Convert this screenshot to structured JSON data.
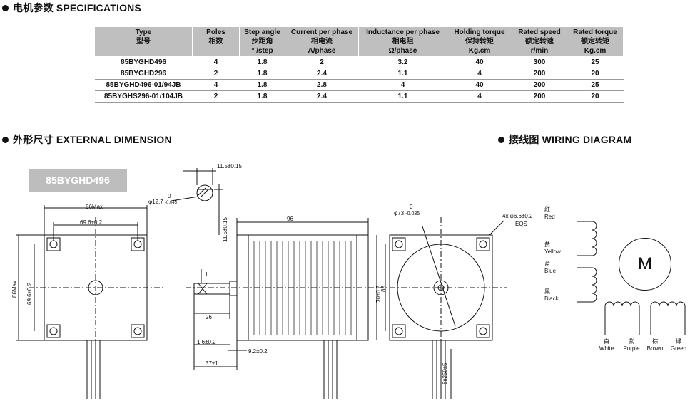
{
  "sections": {
    "specifications": {
      "cn": "电机参数",
      "en": "SPECIFICATIONS"
    },
    "external": {
      "cn": "外形尺寸",
      "en": "EXTERNAL DIMENSION"
    },
    "wiring": {
      "cn": "接线图",
      "en": "WIRING DIAGRAM"
    }
  },
  "spec_table": {
    "headers": [
      {
        "en": "Type",
        "cn": "型号",
        "unit": ""
      },
      {
        "en": "Poles",
        "cn": "相数",
        "unit": ""
      },
      {
        "en": "Step angle",
        "cn": "步距角",
        "unit": "° /step"
      },
      {
        "en": "Current per phase",
        "cn": "相电流",
        "unit": "A/phase"
      },
      {
        "en": "Inductance per phase",
        "cn": "相电阻",
        "unit": "Ω/phase"
      },
      {
        "en": "Holding torque",
        "cn": "保持转矩",
        "unit": "Kg.cm"
      },
      {
        "en": "Rated speed",
        "cn": "额定转速",
        "unit": "r/min"
      },
      {
        "en": "Rated torque",
        "cn": "额定转矩",
        "unit": "Kg.cm"
      }
    ],
    "rows": [
      [
        "85BYGHD496",
        "4",
        "1.8",
        "2",
        "3.2",
        "40",
        "300",
        "25"
      ],
      [
        "85BYGHD296",
        "2",
        "1.8",
        "2.4",
        "1.1",
        "4",
        "200",
        "20"
      ],
      [
        "85BYGHD496-01/94JB",
        "4",
        "1.8",
        "2.8",
        "4",
        "40",
        "200",
        "25"
      ],
      [
        "85BYGHS296-01/104JB",
        "2",
        "1.8",
        "2.4",
        "1.1",
        "4",
        "200",
        "20"
      ]
    ]
  },
  "model_label": "85BYGHD496",
  "dimensions": {
    "key_width": "11.5±0.15",
    "key_height": "11.5±0.15",
    "shaft_dia": "φ12.7",
    "shaft_tol_upper": "0",
    "shaft_tol_lower": "-0.045",
    "flange_max": "86Max",
    "hole_spacing": "69.6±0.2",
    "flange_max_v": "86Max",
    "hole_spacing_v": "69.6±0.2",
    "body_length": "96",
    "body_height": "86",
    "shaft_len": "26",
    "boss_len": "1.6±0.2",
    "shaft_total": "37±1",
    "flat_len": "9.2±0.2",
    "flat_mark": "1",
    "pilot_dia": "φ73",
    "pilot_tol_upper": "0",
    "pilot_tol_lower": "-0.035",
    "mount_holes": "4x φ6.6±0.2",
    "mount_eqs": "EQS",
    "bolt_circle": "70±0.3",
    "lead_length": "8x250±5"
  },
  "wiring": {
    "motor_symbol": "M",
    "wires": [
      {
        "cn": "红",
        "en": "Red"
      },
      {
        "cn": "黄",
        "en": "Yellow"
      },
      {
        "cn": "蓝",
        "en": "Blue"
      },
      {
        "cn": "黑",
        "en": "Black"
      },
      {
        "cn": "白",
        "en": "White"
      },
      {
        "cn": "紫",
        "en": "Purple"
      },
      {
        "cn": "棕",
        "en": "Brown"
      },
      {
        "cn": "绿",
        "en": "Green"
      }
    ]
  }
}
